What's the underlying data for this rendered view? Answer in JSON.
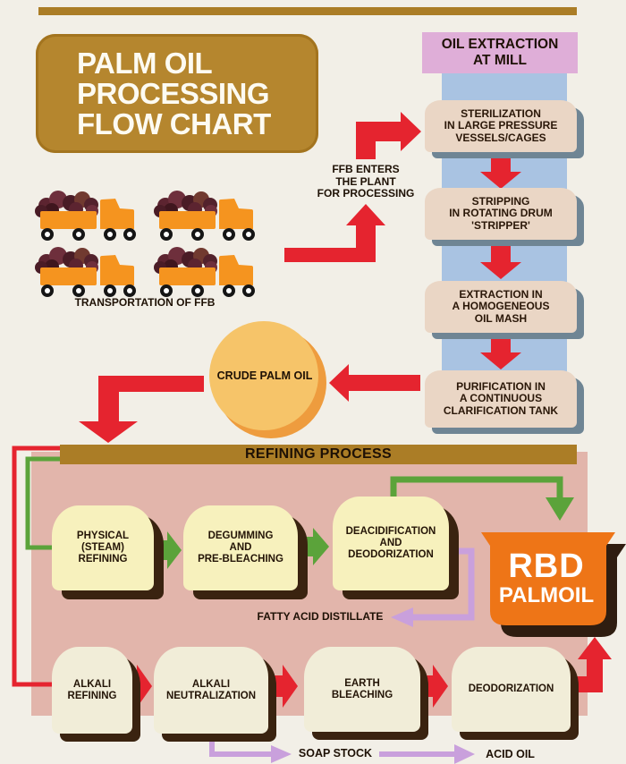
{
  "title_box": {
    "text": "PALM OIL\nPROCESSING\nFLOW CHART"
  },
  "mill": {
    "header": "OIL EXTRACTION\nAT MILL",
    "steps": [
      {
        "label": "STERILIZATION\nIN LARGE PRESSURE\nVESSELS/CAGES"
      },
      {
        "label": "STRIPPING\nIN ROTATING DRUM\n'STRIPPER'"
      },
      {
        "label": "EXTRACTION IN\nA HOMOGENEOUS\nOIL MASH"
      },
      {
        "label": "PURIFICATION IN\nA CONTINUOUS\nCLARIFICATION TANK"
      }
    ]
  },
  "transport": {
    "label": "TRANSPORTATION OF FFB",
    "ffb_note": "FFB ENTERS\nTHE PLANT\nFOR PROCESSING",
    "truck_count": 4
  },
  "crude": {
    "label": "CRUDE PALM OIL"
  },
  "refining": {
    "header": "REFINING PROCESS",
    "physical_route": [
      {
        "label": "PHYSICAL\n(STEAM)\nREFINING"
      },
      {
        "label": "DEGUMMING\nAND\nPRE-BLEACHING"
      },
      {
        "label": "DEACIDIFICATION\nAND\nDEODORIZATION"
      }
    ],
    "chemical_route": [
      {
        "label": "ALKALI\nREFINING"
      },
      {
        "label": "ALKALI\nNEUTRALIZATION"
      },
      {
        "label": "EARTH\nBLEACHING"
      },
      {
        "label": "DEODORIZATION"
      }
    ],
    "byproducts": {
      "fatty_acid": "FATTY ACID DISTILLATE",
      "soap_stock": "SOAP STOCK",
      "acid_oil": "ACID OIL"
    },
    "product": {
      "line1": "RBD",
      "line2": "PALMOIL"
    }
  },
  "colors": {
    "background": "#f2efe7",
    "gold": "#ab7d26",
    "title_gold": "#b5862e",
    "mill_header_pink": "#dfaed8",
    "mill_column_blue": "#a9c3e2",
    "mill_box_cream": "#ead6c5",
    "mill_shadow_slate": "#6f8594",
    "arrow_red": "#e5242f",
    "arrow_green": "#5ba33a",
    "arrow_purple": "#c9a0dc",
    "truck_orange": "#f5941f",
    "crude_circle": "#f6c469",
    "panel_pink": "#e2b5ab",
    "box_pale_yellow": "#f7f1bd",
    "box_cream": "#f1edd8",
    "box_shadow_brown": "#3a2310",
    "rbd_orange": "#ee7517"
  }
}
